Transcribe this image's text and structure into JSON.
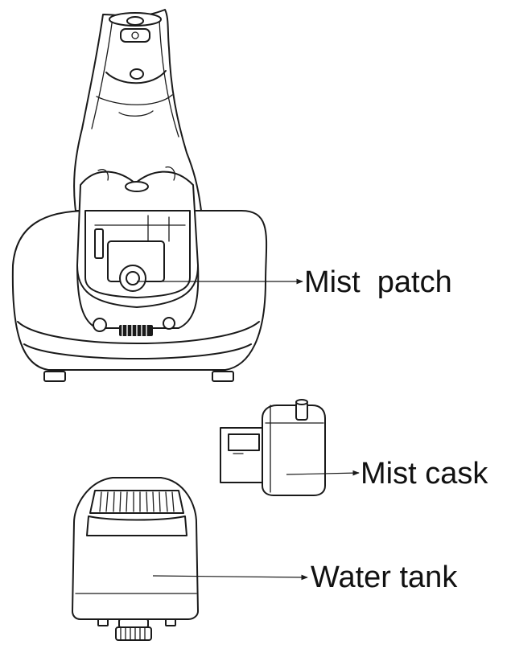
{
  "labels": {
    "mist_patch": "Mist  patch",
    "mist_cask": "Mist cask",
    "water_tank": "Water tank"
  },
  "colors": {
    "line": "#1a1a1a",
    "background": "#ffffff"
  }
}
